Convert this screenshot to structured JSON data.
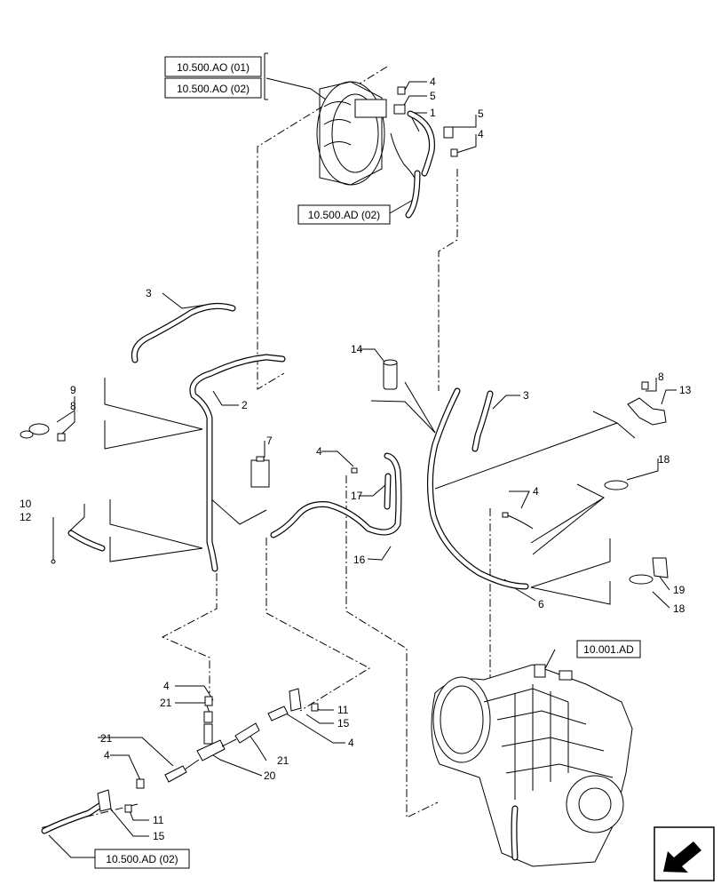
{
  "references": {
    "ao01": "10.500.AO (01)",
    "ao02": "10.500.AO (02)",
    "ad02_top": "10.500.AD (02)",
    "ad001": "10.001.AD",
    "ad02_bottom": "10.500.AD (02)"
  },
  "callouts": {
    "c1": "1",
    "c2": "2",
    "c3a": "3",
    "c3b": "3",
    "c4a": "4",
    "c4b": "4",
    "c4c": "4",
    "c4d": "4",
    "c4e": "4",
    "c4f": "4",
    "c4g": "4",
    "c5a": "5",
    "c5b": "5",
    "c6": "6",
    "c7": "7",
    "c8a": "8",
    "c8b": "8",
    "c9": "9",
    "c10": "10",
    "c11a": "11",
    "c11b": "11",
    "c12": "12",
    "c13": "13",
    "c14": "14",
    "c15a": "15",
    "c15b": "15",
    "c16": "16",
    "c17": "17",
    "c18a": "18",
    "c18b": "18",
    "c19": "19",
    "c20": "20",
    "c21a": "21",
    "c21b": "21",
    "c21c": "21"
  },
  "icons": {
    "nav": "next-page-arrow-icon"
  }
}
